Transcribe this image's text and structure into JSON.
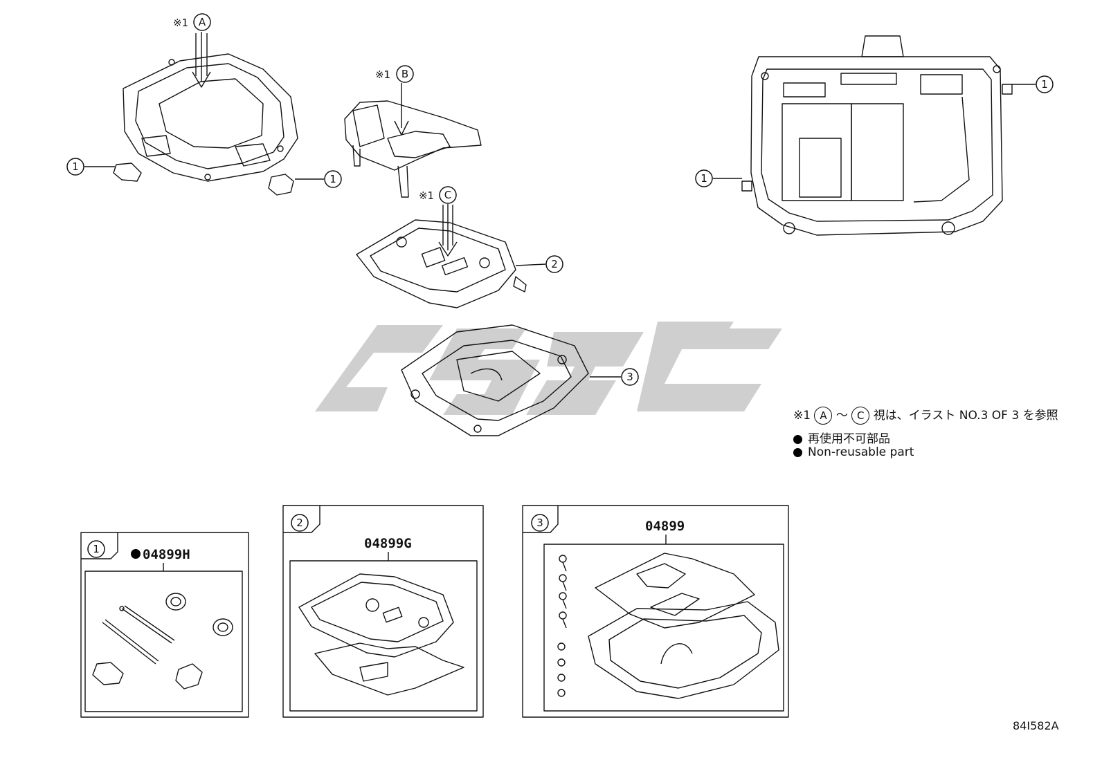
{
  "callouts": {
    "view_a": {
      "prefix": "※1",
      "letter": "A"
    },
    "view_b": {
      "prefix": "※1",
      "letter": "B"
    },
    "view_c": {
      "prefix": "※1",
      "letter": "C"
    },
    "item_1": "1",
    "item_2": "2",
    "item_3": "3"
  },
  "notes": {
    "ref_prefix": "※1",
    "ref_from": "A",
    "ref_tilde": "～",
    "ref_to": "C",
    "ref_text": "視は、イラスト NO.3 OF 3 を参照",
    "nonreusable_jp": "再使用不可部品",
    "nonreusable_en": "Non-reusable part"
  },
  "kits": [
    {
      "index": "1",
      "part_number": "04899H",
      "non_reusable": true
    },
    {
      "index": "2",
      "part_number": "04899G",
      "non_reusable": false
    },
    {
      "index": "3",
      "part_number": "04899",
      "non_reusable": false
    }
  ],
  "drawing_code": "84I582A",
  "colors": {
    "line": "#111111",
    "watermark": "#cfcfcf"
  }
}
